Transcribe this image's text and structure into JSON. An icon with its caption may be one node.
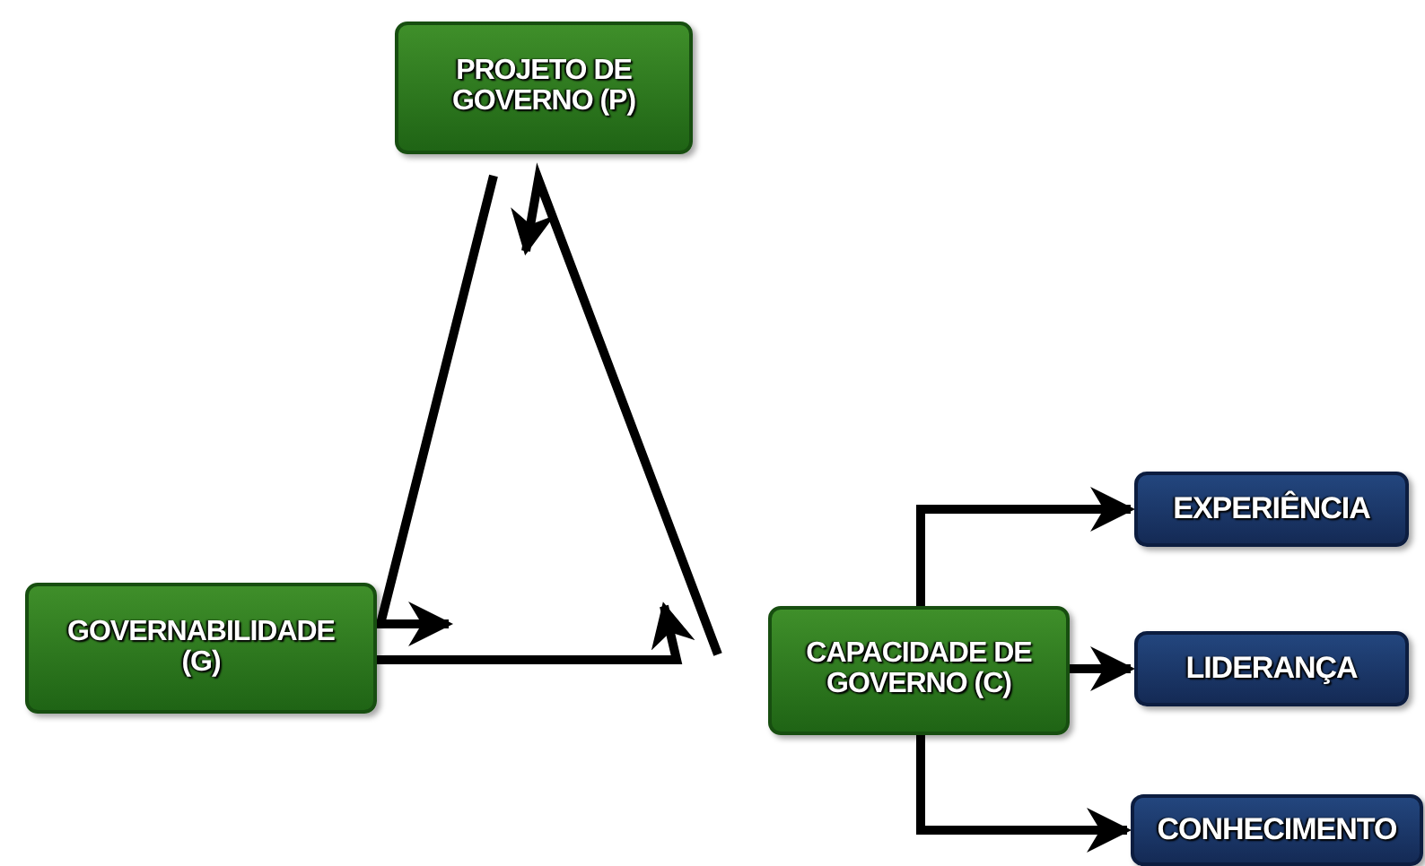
{
  "diagram": {
    "nodes": [
      {
        "text": [
          "PROJETO DE GOVERNO (P)"
        ]
      },
      {
        "text": [
          "GOVERNABILIDADE (G)"
        ]
      },
      {
        "text": [
          "CAPACIDADE DE GOVERNO (C)"
        ]
      },
      {
        "text": [
          "EXPERIÊNCIA"
        ]
      },
      {
        "text": [
          "LIDERANÇA"
        ]
      },
      {
        "text": [
          "CONHECIMENTO"
        ]
      }
    ],
    "edges": [
      {
        "from": 0,
        "to": 1,
        "arrow": "to"
      },
      {
        "from": 1,
        "to": 2,
        "arrow": "to"
      },
      {
        "from": 2,
        "to": 0,
        "arrow": "to"
      },
      {
        "from": 2,
        "to": 3,
        "arrow": "to"
      },
      {
        "from": 2,
        "to": 4,
        "arrow": "to"
      },
      {
        "from": 2,
        "to": 5,
        "arrow": "to"
      }
    ]
  }
}
